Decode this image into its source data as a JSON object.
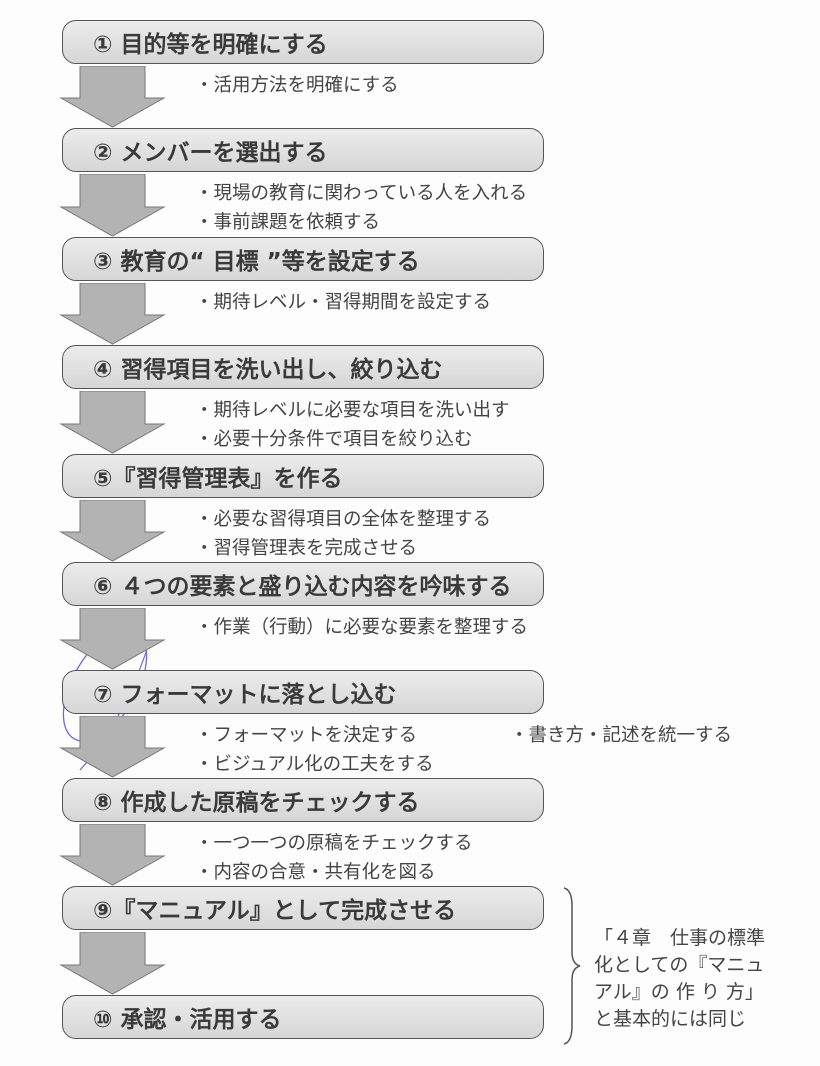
{
  "steps": [
    {
      "label": "① 目的等を明確にする",
      "notes": [
        "・活用方法を明確にする"
      ]
    },
    {
      "label": "② メンバーを選出する",
      "notes": [
        "・現場の教育に関わっている人を入れる",
        "・事前課題を依頼する"
      ]
    },
    {
      "label": "③ 教育の“ 目標 ”等を設定する",
      "notes": [
        "・期待レベル・習得期間を設定する"
      ]
    },
    {
      "label": "④ 習得項目を洗い出し、絞り込む",
      "notes": [
        "・期待レベルに必要な項目を洗い出す",
        "・必要十分条件で項目を絞り込む"
      ]
    },
    {
      "label": "⑤『習得管理表』を作る",
      "notes": [
        "・必要な習得項目の全体を整理する",
        "・習得管理表を完成させる"
      ]
    },
    {
      "label": "⑥ ４つの要素と盛り込む内容を吟味する",
      "notes": [
        "・作業（行動）に必要な要素を整理する"
      ]
    },
    {
      "label": "⑦ フォーマットに落とし込む",
      "notes": [
        "・フォーマットを決定する",
        "・ビジュアル化の工夫をする"
      ],
      "extra_note": "・書き方・記述を統一する"
    },
    {
      "label": "⑧ 作成した原稿をチェックする",
      "notes": [
        "・一つ一つの原稿をチェックする",
        "・内容の合意・共有化を図る"
      ]
    },
    {
      "label": "⑨『マニュアル』として完成させる",
      "notes": []
    },
    {
      "label": "⑩ 承認・活用する",
      "notes": []
    }
  ],
  "side_note": [
    "「４章　仕事の標準",
    "化としての『マニュ",
    "アル』の 作 り 方」",
    "と基本的には同じ"
  ]
}
